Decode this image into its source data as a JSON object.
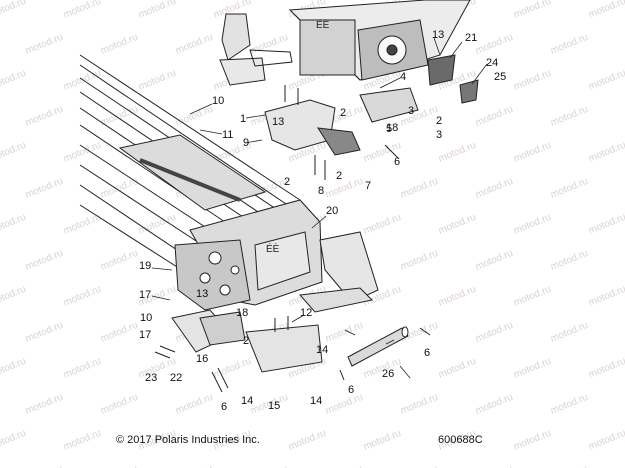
{
  "watermark": "motod.ru",
  "copyright": "© 2017 Polaris Industries Inc.",
  "drawing_code": "600688C",
  "callouts": [
    "1",
    "2",
    "2",
    "2",
    "2",
    "2",
    "3",
    "3",
    "4",
    "5",
    "6",
    "6",
    "6",
    "6",
    "7",
    "8",
    "9",
    "10",
    "10",
    "11",
    "12",
    "13",
    "13",
    "13",
    "14",
    "14",
    "14",
    "15",
    "16",
    "17",
    "17",
    "18",
    "18",
    "19",
    "20",
    "21",
    "22",
    "23",
    "24",
    "25",
    "26"
  ],
  "colors": {
    "line": "#222222",
    "panel": "#d8d8d8",
    "dark": "#444444",
    "watermark": "#ddd1d1"
  }
}
